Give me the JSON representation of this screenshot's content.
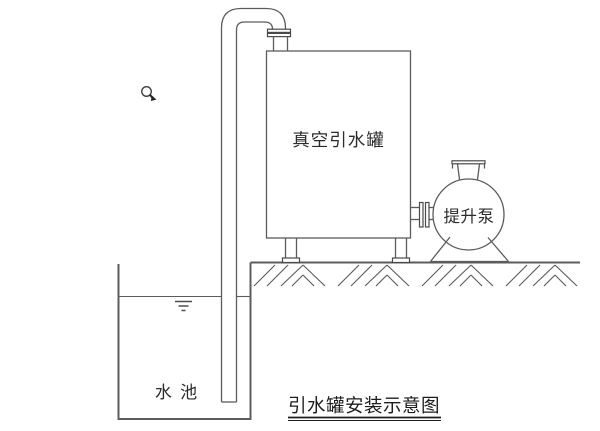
{
  "diagram": {
    "title": "引水罐安装示意图",
    "labels": {
      "tank": "真空引水罐",
      "pump": "提升泵",
      "pool": "水 池"
    },
    "icons": {
      "cursor": "magnifier-cursor",
      "water_level": "water-surface-mark"
    },
    "colors": {
      "line": "#5c5c5c",
      "text": "#2b2b2b",
      "background": "#ffffff"
    }
  }
}
